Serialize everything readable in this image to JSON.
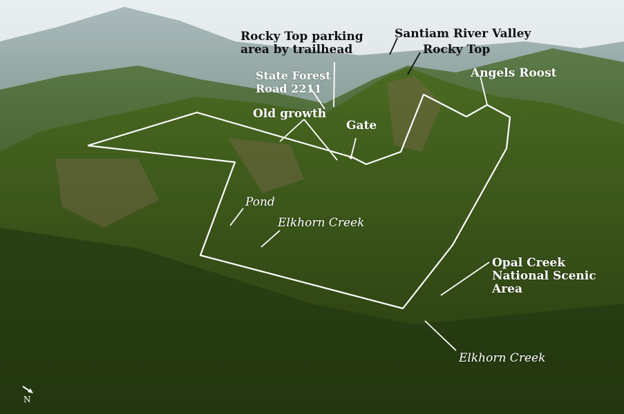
{
  "labels": {
    "parking": "Rocky Top parking area by trailhead",
    "parking_l1": "Rocky Top parking",
    "parking_l2": "area by trailhead",
    "santiam": "Santiam River Valley",
    "rocky_top": "Rocky Top",
    "state_forest_l1": "State Forest",
    "state_forest_l2": "Road 2211",
    "old_growth": "Old growth",
    "gate": "Gate",
    "angels_roost": "Angels Roost",
    "pond": "Pond",
    "elkhorn_creek_upper": "Elkhorn Creek",
    "opal_l1": "Opal Creek",
    "opal_l2": "National Scenic",
    "opal_l3": "Area",
    "elkhorn_creek_lower": "Elkhorn Creek"
  },
  "compass": {
    "label": "N",
    "icon": "north-arrow-icon"
  },
  "colors": {
    "boundary": "#ffffff",
    "forest": "#3e5a1e",
    "sky": "#dfe6ea"
  }
}
